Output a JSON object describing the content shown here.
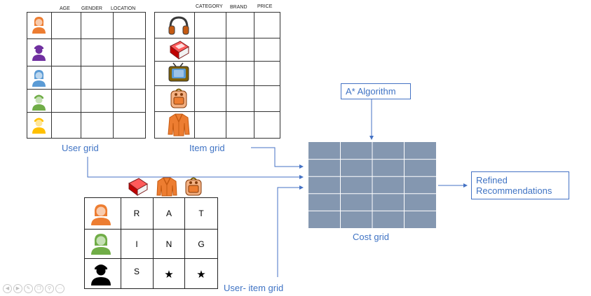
{
  "user_grid": {
    "caption": "User grid",
    "headers": [
      "AGE",
      "GENDER",
      "LOCATION"
    ],
    "rows": [
      {
        "icon": "person-female-icon",
        "color": "#ed7d31"
      },
      {
        "icon": "person-male-icon",
        "color": "#7030a0"
      },
      {
        "icon": "person-female-icon",
        "color": "#5b9bd5"
      },
      {
        "icon": "person-male-icon",
        "color": "#70ad47"
      },
      {
        "icon": "person-male-icon",
        "color": "#ffc000"
      }
    ]
  },
  "item_grid": {
    "caption": "Item grid",
    "headers": [
      "CATEGORY",
      "BRAND",
      "PRICE"
    ],
    "rows": [
      {
        "icon": "headphones-icon"
      },
      {
        "icon": "book-icon"
      },
      {
        "icon": "television-icon"
      },
      {
        "icon": "backpack-icon"
      },
      {
        "icon": "jacket-icon"
      }
    ]
  },
  "user_item_grid": {
    "caption": "User- item grid",
    "item_icons": [
      "book-icon",
      "jacket-icon",
      "backpack-icon"
    ],
    "rows": [
      {
        "icon": "person-female-icon",
        "color": "#ed7d31",
        "cells": [
          "R",
          "A",
          "T"
        ]
      },
      {
        "icon": "person-female-icon",
        "color": "#70ad47",
        "cells": [
          "I",
          "N",
          "G"
        ]
      },
      {
        "icon": "person-male-icon",
        "color": "#000000",
        "cells": [
          "S",
          "★",
          "★"
        ]
      }
    ]
  },
  "cost_grid": {
    "caption": "Cost grid",
    "rows": 5,
    "cols": 4,
    "fill_color": "#8497b0"
  },
  "algorithm_box": {
    "label": "A* Algorithm"
  },
  "output_box": {
    "label": "Refined Recommendations"
  },
  "colors": {
    "accent": "#4472c4",
    "text_accent": "#3f73c4"
  },
  "slide_controls": [
    "prev-icon",
    "next-icon",
    "pen-icon",
    "copy-icon",
    "zoom-icon",
    "more-icon"
  ]
}
